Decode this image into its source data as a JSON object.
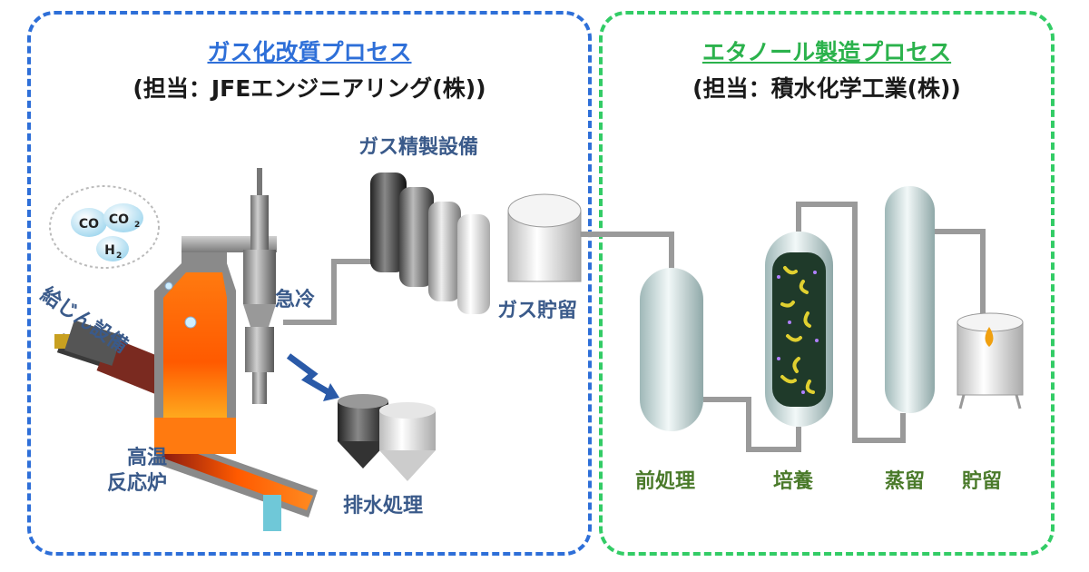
{
  "left_section": {
    "title": "ガス化改質プロセス",
    "subtitle": "(担当：JFEエンジニアリング(株))",
    "title_color": "#2e6fd8",
    "labels": {
      "gas_purification": "ガス精製設備",
      "quench": "急冷",
      "gas_storage": "ガス貯留",
      "feeder": "給じん設備",
      "reactor_line1": "高温",
      "reactor_line2": "反応炉",
      "wastewater": "排水処理"
    },
    "gas_bubbles": [
      "CO",
      "CO",
      "H"
    ],
    "gas_subscripts": [
      "2",
      "2"
    ]
  },
  "right_section": {
    "title": "エタノール製造プロセス",
    "subtitle": "(担当：積水化学工業(株))",
    "title_color": "#2bb24c",
    "stages": [
      "前処理",
      "培養",
      "蒸留",
      "貯留"
    ]
  }
}
